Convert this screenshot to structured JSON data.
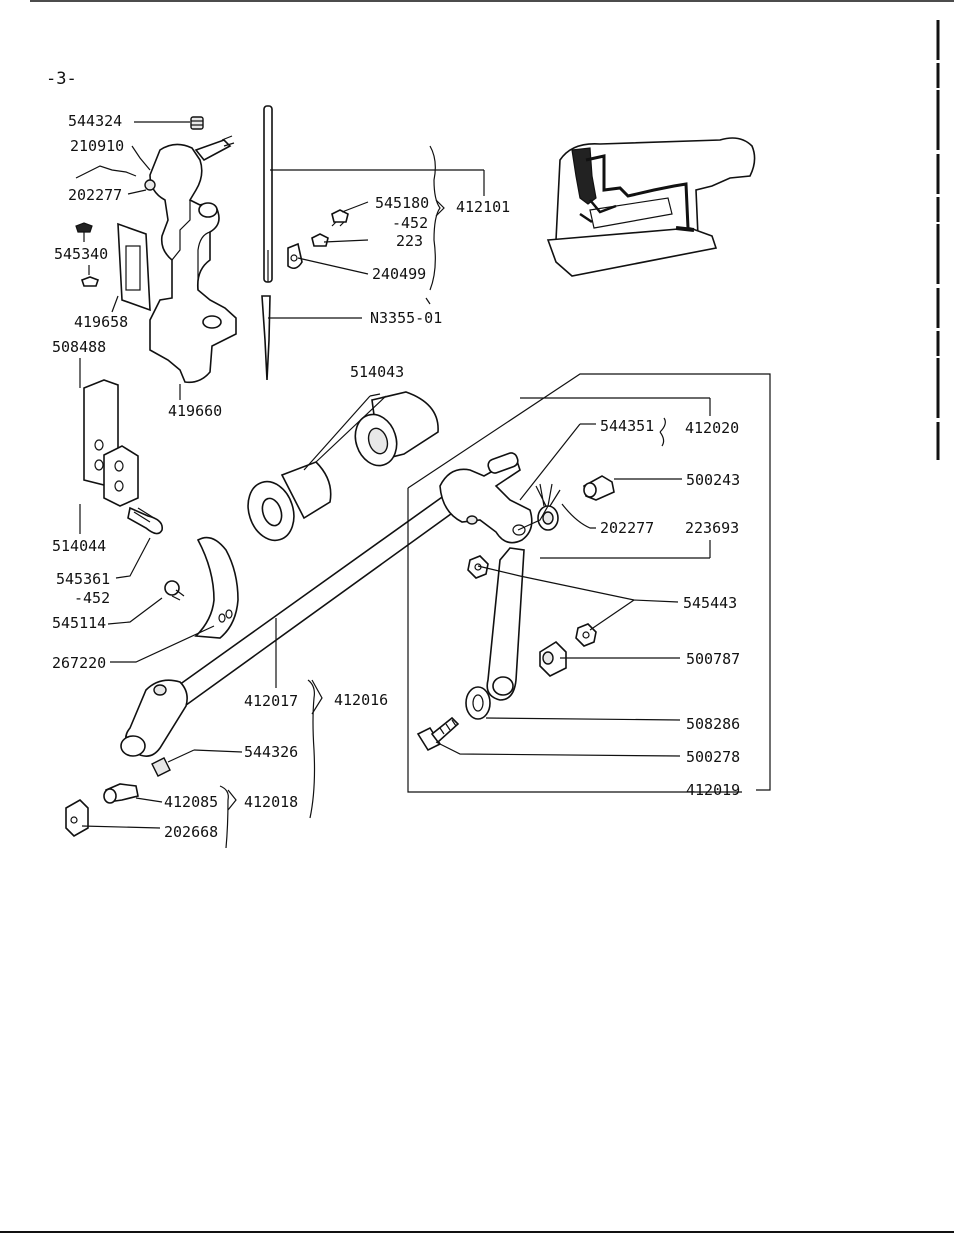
{
  "page_number": "-3-",
  "labels": {
    "l544324": "544324",
    "l210910": "210910",
    "l202277a": "202277",
    "l545340": "545340",
    "l419658": "419658",
    "l508488": "508488",
    "l419660": "419660",
    "l545180": "545180",
    "l452a": "-452",
    "l223": "223",
    "l240499": "240499",
    "l412101": "412101",
    "lN3355": "N3355-01",
    "l514043": "514043",
    "l544351": "544351",
    "l412020": "412020",
    "l500243": "500243",
    "l202277b": "202277",
    "l223693": "223693",
    "l514044": "514044",
    "l545361": "545361",
    "l452b": "-452",
    "l545114": "545114",
    "l267220": "267220",
    "l545443": "545443",
    "l500787": "500787",
    "l412017": "412017",
    "l412016": "412016",
    "l508286": "508286",
    "l544326": "544326",
    "l500278": "500278",
    "l412085": "412085",
    "l412018": "412018",
    "l412019": "412019",
    "l202668": "202668"
  }
}
